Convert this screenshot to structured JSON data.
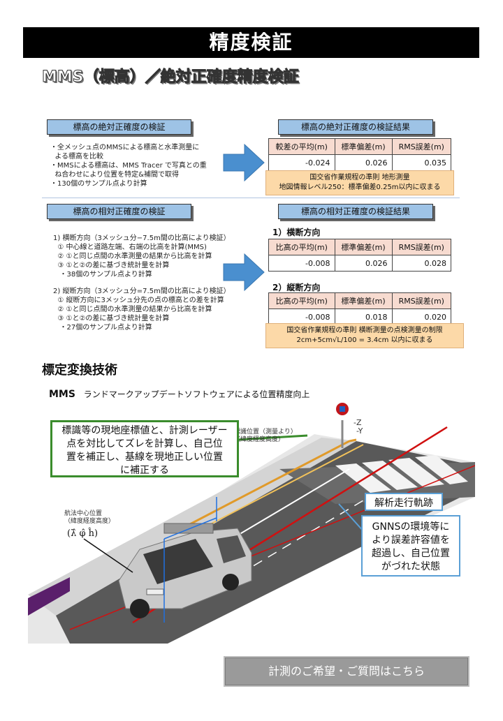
{
  "title": "精度検証",
  "subtitle": "MMS（標高）／絶対正確度精度検証",
  "absolute": {
    "left_heading": "標高の絶対正確度の検証",
    "right_heading": "標高の絶対正確度の検証結果",
    "bullets": [
      "・全メッシュ点のMMSによる標高と水準測量に",
      "  よる標高を比較",
      "・MMSによる標高は、MMS Tracer で写真との重",
      "  ね合わせにより位置を特定&補間で取得",
      "・130個のサンプル点より計算"
    ],
    "table": {
      "headers": [
        "較差の平均(m)",
        "標準偏差(m)",
        "RMS誤差(m)"
      ],
      "values": [
        "-0.024",
        "0.026",
        "0.035"
      ]
    },
    "note_lines": [
      "国交省作業規程の準則 地形測量",
      "地図情報レベル250：標準偏差0.25m以内に収まる"
    ]
  },
  "relative": {
    "left_heading": "標高の相対正確度の検証",
    "right_heading": "標高の相対正確度の検証結果",
    "bullets": [
      "1) 横断方向（3メッシュ分−7.5m間の比高により検証）",
      "  ① 中心線と道路左端、右端の比高を計算(MMS)",
      "  ② ①と同じ点間の水準測量の結果から比高を計算",
      "  ③ ①と②の差に基づき統計量を計算",
      "   ・38個のサンプル点より計算",
      "",
      "2) 縦断方向（3メッシュ分=7.5m間の比高により検証）",
      "  ① 縦断方向に3メッシュ分先の点の標高との差を計算",
      "  ② ①と同じ点間の水準測量の結果から比高を計算",
      "  ③ ①と②の差に基づき統計量を計算",
      "   ・27個のサンプル点より計算"
    ],
    "cross_label": "1）横断方向",
    "long_label": "2）縦断方向",
    "cross_table": {
      "headers": [
        "比高の平均(m)",
        "標準偏差(m)",
        "RMS誤差(m)"
      ],
      "values": [
        "-0.008",
        "0.026",
        "0.028"
      ]
    },
    "long_table": {
      "headers": [
        "比高の平均(m)",
        "標準偏差(m)",
        "RMS誤差(m)"
      ],
      "values": [
        "-0.008",
        "0.018",
        "0.020"
      ]
    },
    "note_lines": [
      "国交省作業規程の準則 横断測量の点検測量の制限",
      "2cm+5cm√L/100 = 3.4cm 以内に収まる"
    ]
  },
  "section2": {
    "heading": "標定変換技術",
    "caption_prefix": "MMS",
    "caption": "ランドマークアップデートソフトウェアによる位置精度向上",
    "green_callout": [
      "標識等の現地座標値と、計測レーザー",
      "点を対比してズレを計算し、自己位",
      "置を補正し、基線を現地正しい位置",
      "に補正する"
    ],
    "blue_callout_title": "解析走行軌跡",
    "blue_callout_body": [
      "GNNSの環境等に",
      "より誤差許容値を",
      "超過し、自己位置",
      "がづれた状態"
    ],
    "sign_label_lines": [
      "標識位置（測量より）",
      "（緯度経度高度）"
    ],
    "nav_label_lines": [
      "航法中心位置",
      "（緯度経度高度）"
    ],
    "nav_symbols": "(λ̂  φ̂  ĥ)",
    "axis_z": "-Z",
    "axis_y": "-Y"
  },
  "cta": "計測のご希望・ご質問はこちら"
}
